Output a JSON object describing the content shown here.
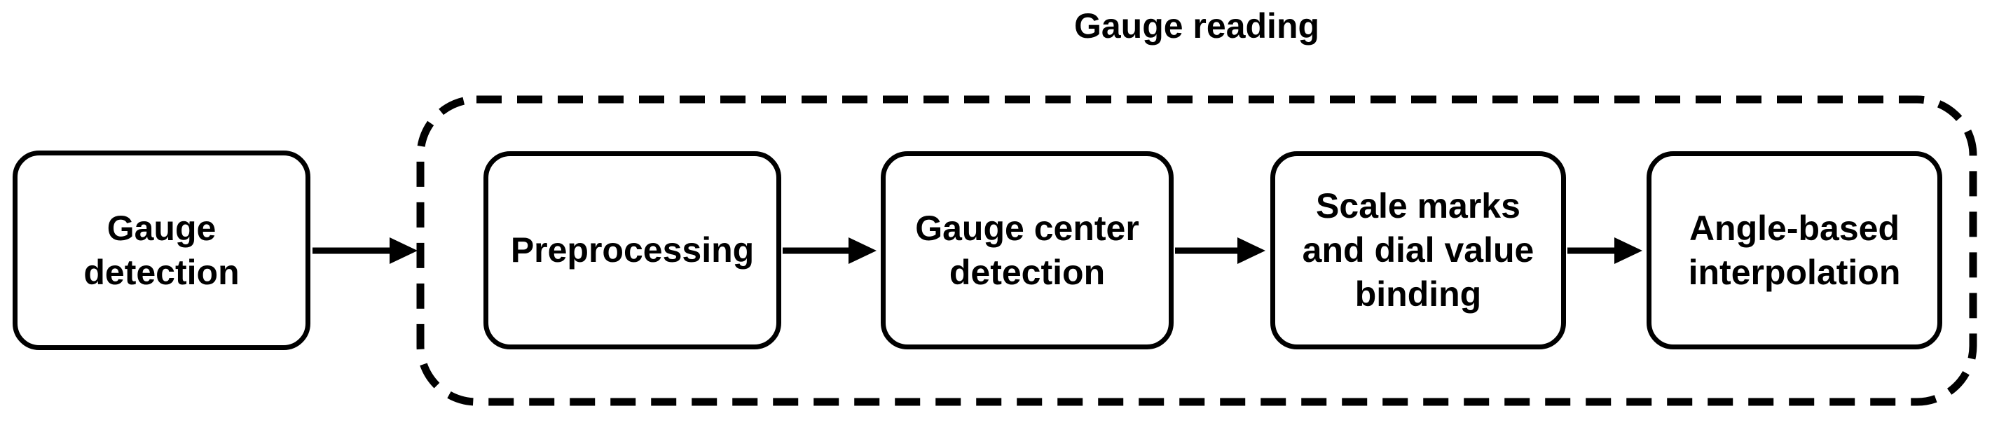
{
  "diagram": {
    "title": "Gauge reading",
    "nodes": [
      {
        "id": "gauge-detection",
        "label": "Gauge\ndetection"
      },
      {
        "id": "preprocessing",
        "label": "Preprocessing"
      },
      {
        "id": "gauge-center-detection",
        "label": "Gauge center\ndetection"
      },
      {
        "id": "scale-marks-dial-value-binding",
        "label": "Scale marks\nand dial value\nbinding"
      },
      {
        "id": "angle-based-interpolation",
        "label": "Angle-based\ninterpolation"
      }
    ],
    "group": {
      "title": "Gauge reading",
      "style": "dashed-rounded-rectangle",
      "members": [
        "preprocessing",
        "gauge-center-detection",
        "scale-marks-dial-value-binding",
        "angle-based-interpolation"
      ]
    },
    "connections": [
      {
        "from": "gauge-detection",
        "to": "preprocessing"
      },
      {
        "from": "preprocessing",
        "to": "gauge-center-detection"
      },
      {
        "from": "gauge-center-detection",
        "to": "scale-marks-dial-value-binding"
      },
      {
        "from": "scale-marks-dial-value-binding",
        "to": "angle-based-interpolation"
      }
    ],
    "colors": {
      "stroke": "#000000",
      "background": "#ffffff",
      "text": "#000000"
    }
  }
}
